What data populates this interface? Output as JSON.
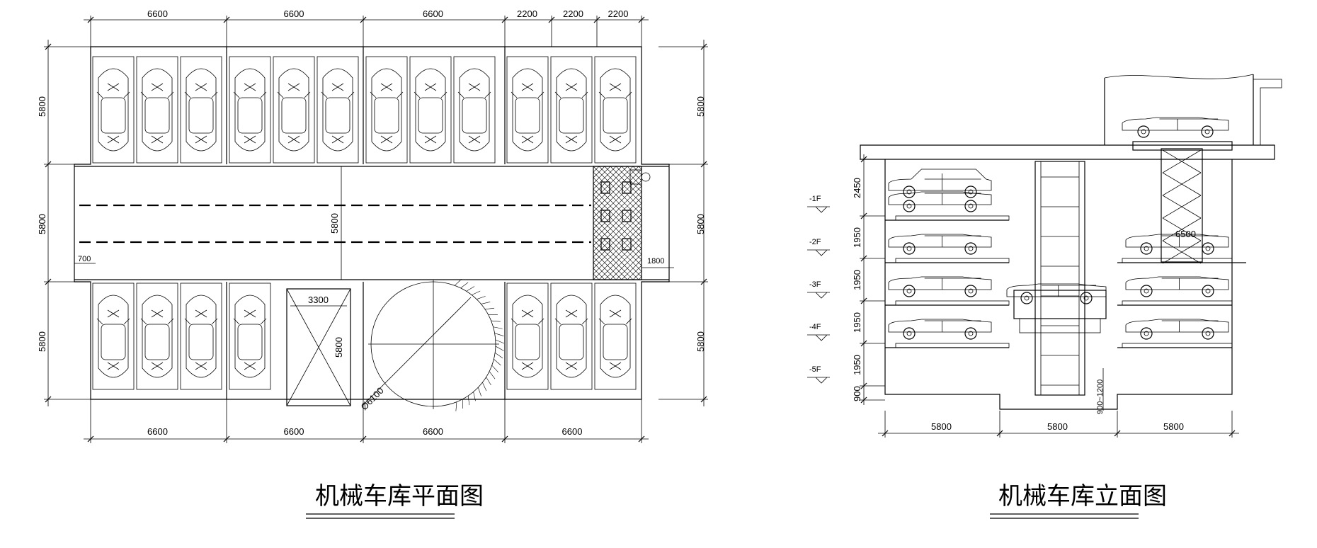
{
  "plan": {
    "title": "机械车库平面图",
    "top_dims": [
      "6600",
      "6600",
      "6600",
      "2200",
      "2200",
      "2200"
    ],
    "bottom_dims": [
      "6600",
      "6600",
      "6600",
      "6600"
    ],
    "left_dims": [
      "5800",
      "5800",
      "5800"
    ],
    "right_dims": [
      "5800",
      "5800",
      "5800"
    ],
    "center_dim": "5800",
    "offset_dim": "700",
    "lift_dim": "1800",
    "ramp_width": "3300",
    "ramp_length": "5800",
    "turntable_dia": "Ø6100"
  },
  "elevation": {
    "title": "机械车库立面图",
    "levels": [
      "-1F",
      "-2F",
      "-3F",
      "-4F",
      "-5F"
    ],
    "heights": [
      "2450",
      "1950",
      "1950",
      "1950",
      "1950",
      "900"
    ],
    "pit_dim": "900~1200",
    "lift_height": "6500",
    "bottom_dims": [
      "5800",
      "5800",
      "5800"
    ]
  },
  "colors": {
    "ink": "#000000",
    "paper": "#ffffff"
  }
}
